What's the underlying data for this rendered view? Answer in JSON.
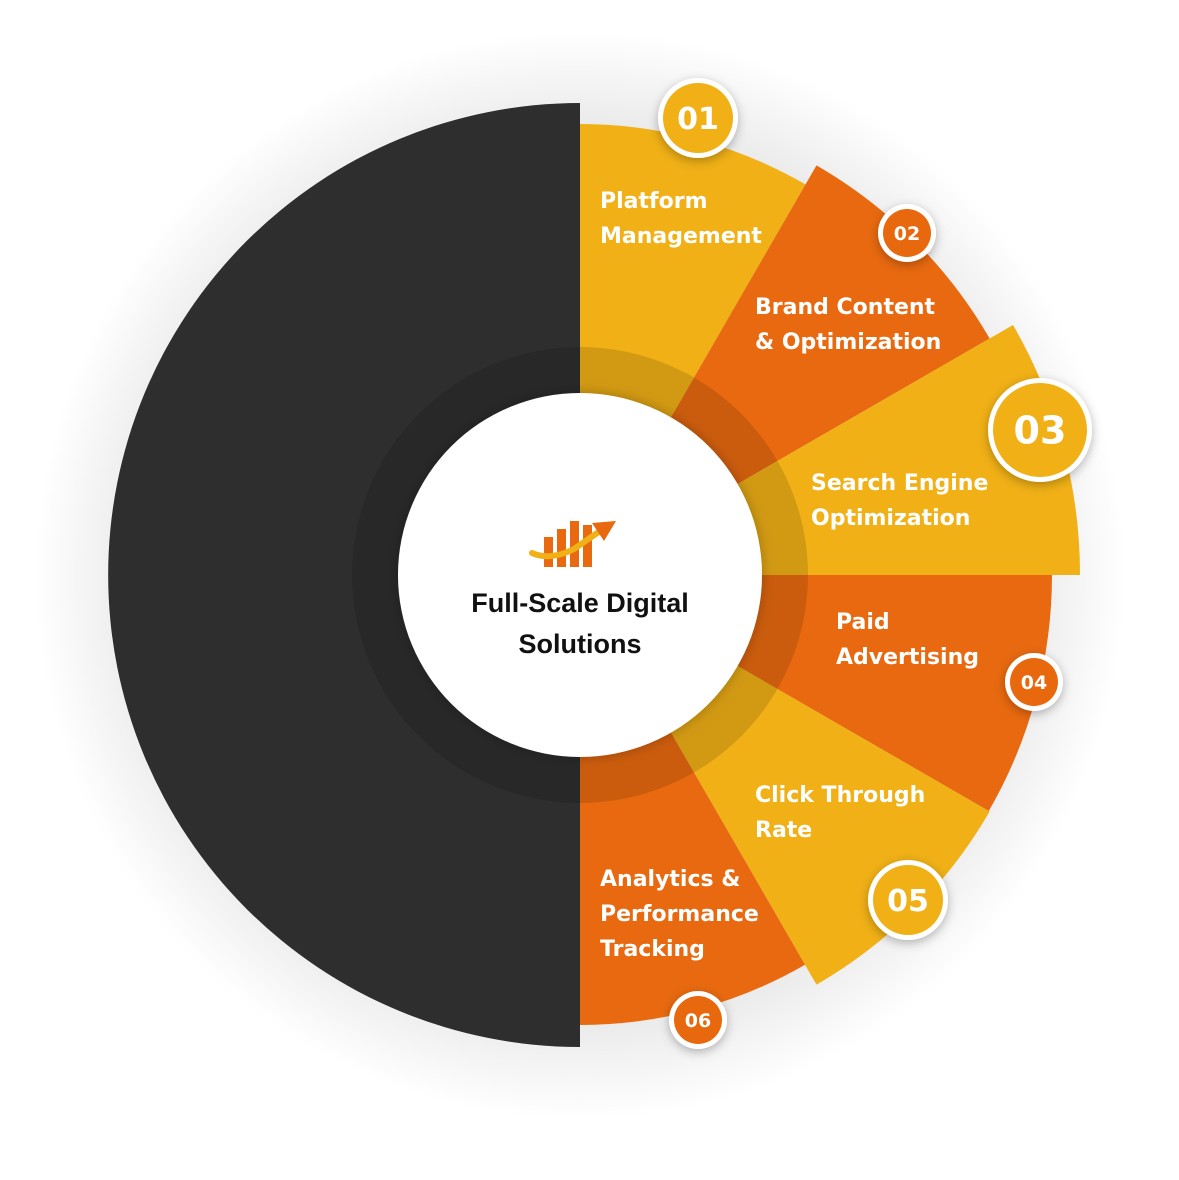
{
  "center": {
    "title_line1": "Full-Scale Digital",
    "title_line2": "Solutions",
    "logo_icon": "growth-chart-arrow-icon"
  },
  "colors": {
    "dark": "#2e2e2e",
    "yellow": "#f0b016",
    "orange": "#e8690f",
    "white": "#ffffff"
  },
  "segments": [
    {
      "number": "01",
      "line1": "Platform",
      "line2": "Management",
      "line3": "",
      "color": "yellow"
    },
    {
      "number": "02",
      "line1": "Brand Content",
      "line2": "& Optimization",
      "line3": "",
      "color": "orange"
    },
    {
      "number": "03",
      "line1": "Search Engine",
      "line2": "Optimization",
      "line3": "",
      "color": "yellow"
    },
    {
      "number": "04",
      "line1": "Paid",
      "line2": "Advertising",
      "line3": "",
      "color": "orange"
    },
    {
      "number": "05",
      "line1": "Click Through",
      "line2": "Rate",
      "line3": "",
      "color": "yellow"
    },
    {
      "number": "06",
      "line1": "Analytics &",
      "line2": "Performance",
      "line3": "Tracking",
      "color": "orange"
    }
  ]
}
